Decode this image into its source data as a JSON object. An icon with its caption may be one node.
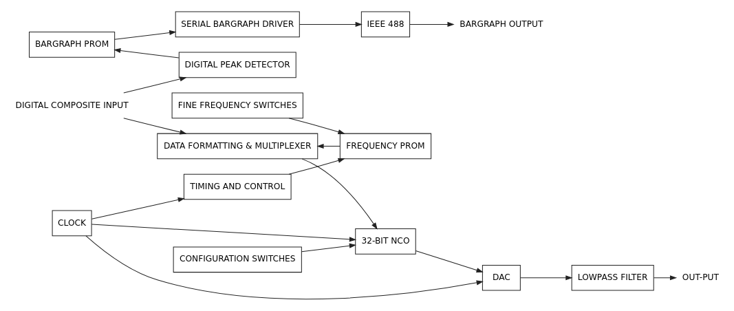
{
  "diagram": {
    "nodes": [
      {
        "text": [
          "BARGRAPH PROM"
        ]
      },
      {
        "text": [
          "SERIAL BARGRAPH DRIVER"
        ]
      },
      {
        "text": [
          "DIGITAL PEAK DETECTOR"
        ]
      },
      {
        "text": [
          "IEEE 488"
        ]
      },
      {
        "text": [
          "BARGRAPH OUTPUT"
        ]
      },
      {
        "text": [
          "DIGITAL COMPOSITE INPUT"
        ]
      },
      {
        "text": [
          "DATA FORMATTING & MULTIPLEXER"
        ]
      },
      {
        "text": [
          "TIMING AND CONTROL"
        ]
      },
      {
        "text": [
          "32-BIT NCO"
        ]
      },
      {
        "text": [
          "DAC"
        ]
      },
      {
        "text": [
          "LOWPASS FILTER"
        ]
      },
      {
        "text": [
          "OUT-PUT"
        ]
      },
      {
        "text": [
          "CLOCK"
        ]
      },
      {
        "text": [
          "CONFIGURATION SWITCHES"
        ]
      },
      {
        "text": [
          "FINE FREQUENCY SWITCHES"
        ]
      },
      {
        "text": [
          "FREQUENCY PROM"
        ]
      }
    ],
    "edges": [
      {
        "from": 0,
        "to": 1,
        "arrow": "to"
      },
      {
        "from": 1,
        "to": 3,
        "arrow": "to"
      },
      {
        "from": 3,
        "to": 4,
        "arrow": "to"
      },
      {
        "from": 2,
        "to": 0,
        "arrow": "to"
      },
      {
        "from": 5,
        "to": 6,
        "arrow": "to"
      },
      {
        "from": 5,
        "to": 2,
        "arrow": "to"
      },
      {
        "from": 15,
        "to": 6,
        "arrow": "to"
      },
      {
        "from": 7,
        "to": 15,
        "arrow": "to"
      },
      {
        "from": 14,
        "to": 15,
        "arrow": "to"
      },
      {
        "from": 6,
        "to": 8,
        "arrow": "to"
      },
      {
        "from": 8,
        "to": 9,
        "arrow": "to"
      },
      {
        "from": 9,
        "to": 10,
        "arrow": "to"
      },
      {
        "from": 10,
        "to": 11,
        "arrow": "to"
      },
      {
        "from": 12,
        "to": 9,
        "arrow": "to"
      },
      {
        "from": 12,
        "to": 8,
        "arrow": "to"
      },
      {
        "from": 12,
        "to": 7,
        "arrow": "to"
      },
      {
        "from": 13,
        "to": 8,
        "arrow": "to"
      }
    ]
  }
}
